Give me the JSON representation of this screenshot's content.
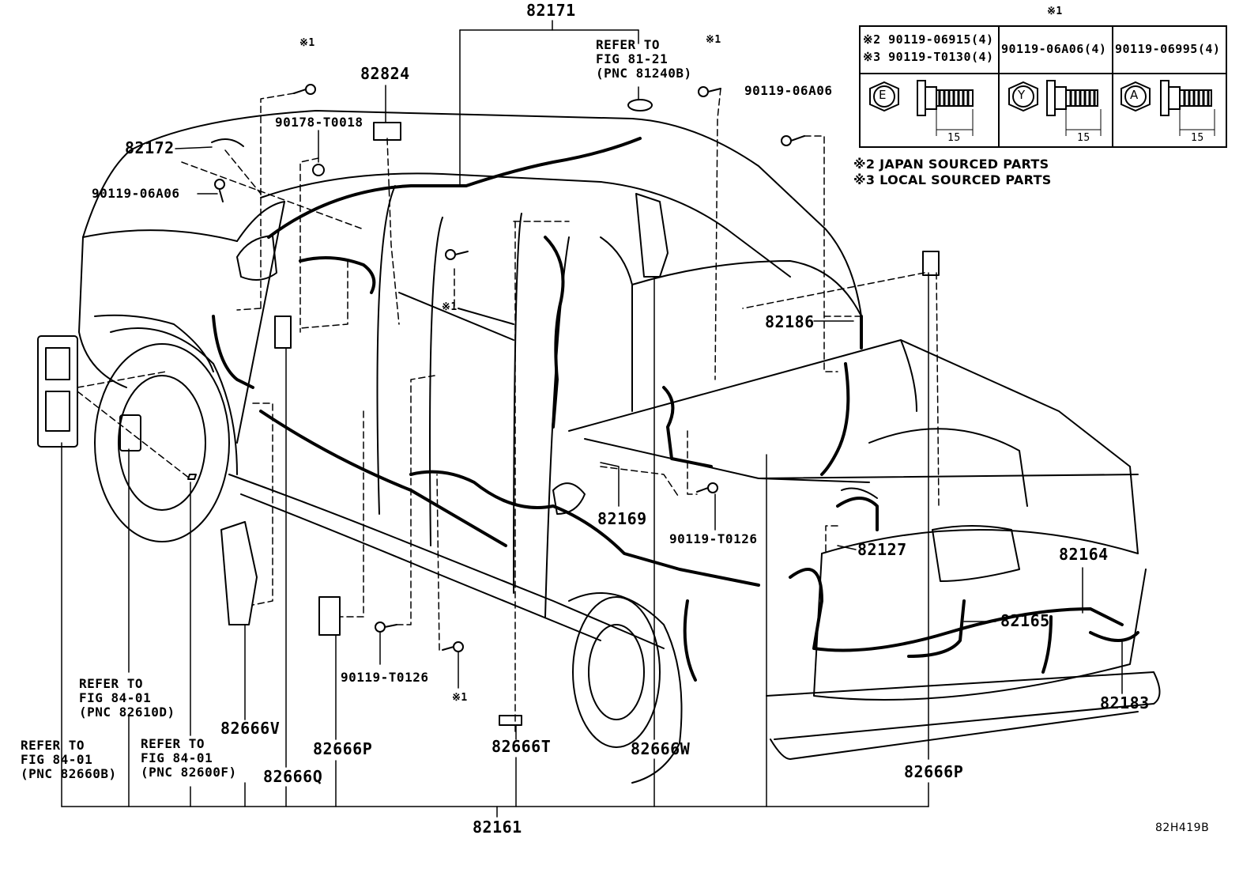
{
  "labels": {
    "p82171": "82171",
    "note_x1_top_a": "※1",
    "note_x1_top_b": "※1",
    "note_x1_mid": "※1",
    "note_x1_bottom": "※1",
    "refer_81_21": "REFER TO\nFIG 81-21\n(PNC 81240B)",
    "p82824": "82824",
    "p90178": "90178-T0018",
    "p82172": "82172",
    "p90119_06A06_left": "90119-06A06",
    "p90119_06A06_right": "90119-06A06",
    "p82186": "82186",
    "p82169": "82169",
    "p90119_T0126_right": "90119-T0126",
    "p90119_T0126_left": "90119-T0126",
    "p82127": "82127",
    "p82164": "82164",
    "p82165": "82165",
    "p82183": "82183",
    "refer_84_01_d": "REFER TO\nFIG 84-01\n(PNC 82610D)",
    "refer_84_01_b": "REFER TO\nFIG 84-01\n(PNC 82660B)",
    "refer_84_01_f": "REFER TO\nFIG 84-01\n(PNC 82600F)",
    "p82666V": "82666V",
    "p82666Q": "82666Q",
    "p82666P_left": "82666P",
    "p82666T": "82666T",
    "p82666W": "82666W",
    "p82666P_right": "82666P",
    "p82161": "82161",
    "drawing_code": "82H419B"
  },
  "table": {
    "header_mark": "※1",
    "col1_line1": "※2 90119-06915(4)",
    "col1_line2": "※3 90119-T0130(4)",
    "col2": "90119-06A06(4)",
    "col3": "90119-06995(4)",
    "col1_letter": "E",
    "col2_letter": "Y",
    "col3_letter": "A",
    "dim1": "15",
    "dim2": "15",
    "dim3": "15"
  },
  "notes": {
    "japan": "※2 JAPAN SOURCED PARTS",
    "local": "※3 LOCAL SOURCED PARTS"
  }
}
